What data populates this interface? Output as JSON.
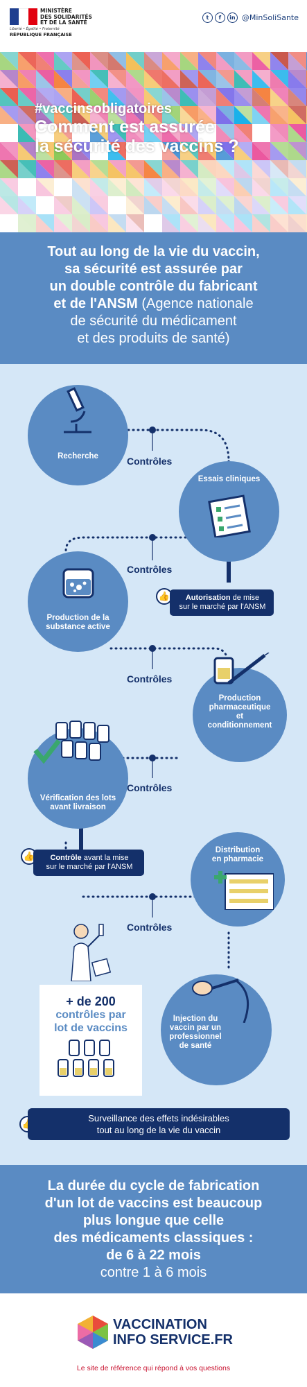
{
  "header": {
    "ministry_line1": "MINISTÈRE",
    "ministry_line2": "DES SOLIDARITÉS",
    "ministry_line3": "ET DE LA SANTÉ",
    "motto": "Liberté • Égalité • Fraternité",
    "republic": "RÉPUBLIQUE FRANÇAISE",
    "social_handle": "@MinSoliSante",
    "hashtag": "#vaccinsobligatoires",
    "question_line1": "Comment est assurée",
    "question_line2": "la sécurité des vaccins ?"
  },
  "intro": {
    "line1": "Tout au long de la vie du vaccin,",
    "line2": "sa sécurité est assurée par",
    "line3": "un double contrôle du fabricant",
    "line4_bold": "et de l'ANSM",
    "line4_normal": " (Agence nationale",
    "line5": "de sécurité du médicament",
    "line6": "et des produits de santé)"
  },
  "process": {
    "steps": [
      {
        "label": "Recherche"
      },
      {
        "label": "Essais cliniques"
      },
      {
        "label_line1": "Production de la",
        "label_line2": "substance active"
      },
      {
        "label_line1": "Production",
        "label_line2": "pharmaceutique",
        "label_line3": "et",
        "label_line4": "conditionnement"
      },
      {
        "label_line1": "Vérification des lots",
        "label_line2": "avant livraison"
      },
      {
        "label_line1": "Distribution",
        "label_line2": "en pharmacie"
      },
      {
        "label_line1": "Injection du",
        "label_line2": "vaccin par un",
        "label_line3": "professionnel",
        "label_line4": "de santé"
      }
    ],
    "controls_label": "Contrôles",
    "note1_bold": "Autorisation",
    "note1_rest": " de mise",
    "note1_line2": "sur le marché par l'ANSM",
    "note2_bold": "Contrôle",
    "note2_rest": " avant la mise",
    "note2_line2": "sur le marché par l'ANSM",
    "big_number": "+ de 200",
    "big_line2": "contrôles par",
    "big_line3": "lot de vaccins",
    "surveillance_line1": "Surveillance des effets indésirables",
    "surveillance_line2": "tout au long de la vie du vaccin"
  },
  "conclusion": {
    "line1": "La durée du cycle de fabrication",
    "line2": "d'un lot de vaccins est beaucoup",
    "line3": "plus longue que celle",
    "line4": "des médicaments classiques :",
    "line5": "de 6 à 22 mois",
    "line6": "contre 1 à 6 mois"
  },
  "footer": {
    "brand_line1": "VACCINATION",
    "brand_line2": "INFO SERVICE.FR",
    "tagline": "Le site de référence qui répond à vos questions"
  },
  "colors": {
    "primary_blue": "#5a8bc3",
    "dark_navy": "#14306a",
    "light_blue_bg": "#d5e7f7",
    "accent_red": "#c8102e"
  }
}
